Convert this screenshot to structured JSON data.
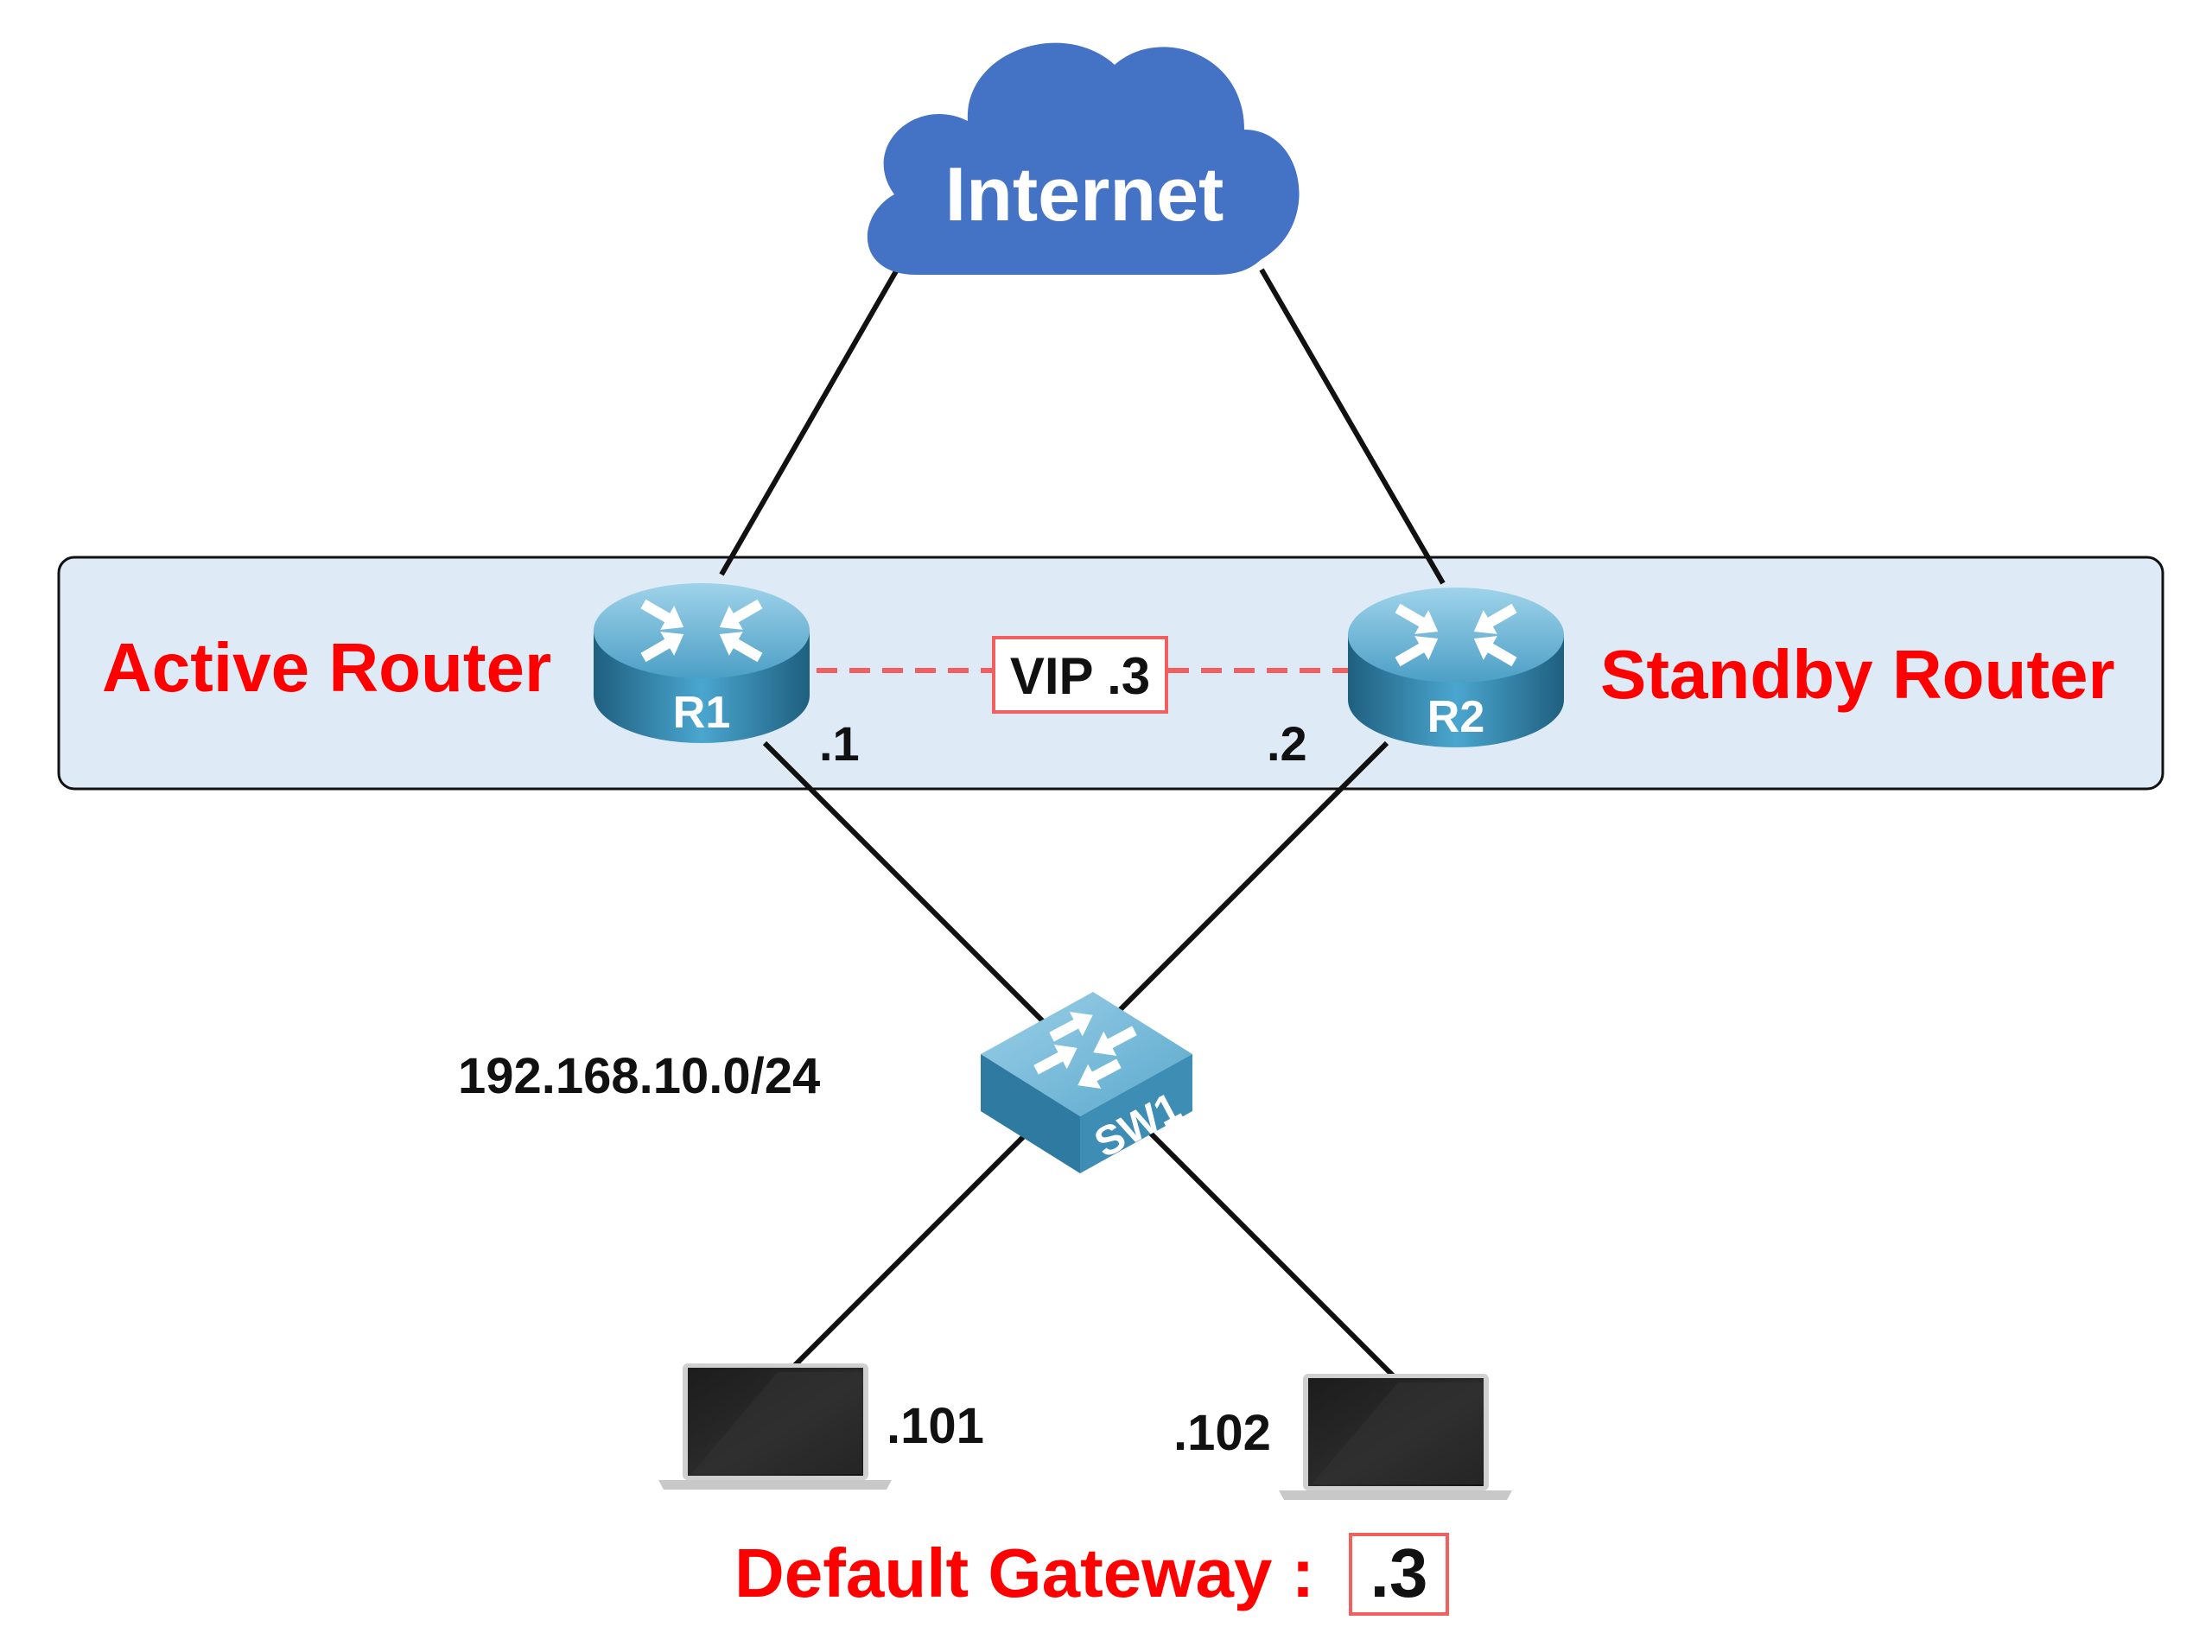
{
  "internet": {
    "label": "Internet"
  },
  "group": {
    "active_label": "Active Router",
    "standby_label": "Standby Router"
  },
  "routers": {
    "r1": {
      "name": "R1",
      "ip": ".1"
    },
    "r2": {
      "name": "R2",
      "ip": ".2"
    }
  },
  "vip": {
    "label": "VIP .3"
  },
  "switch": {
    "name": "SW1"
  },
  "subnet": {
    "label": "192.168.10.0/24"
  },
  "hosts": {
    "h1": {
      "ip": ".101"
    },
    "h2": {
      "ip": ".102"
    }
  },
  "gateway": {
    "label": "Default Gateway :",
    "value": ".3"
  },
  "colors": {
    "cloud": "#4472c4",
    "group_fill": "#deebf7",
    "highlight": "#ff0000",
    "link": "#111111",
    "vip_link": "#f06060",
    "device": "#4a9cc4"
  }
}
